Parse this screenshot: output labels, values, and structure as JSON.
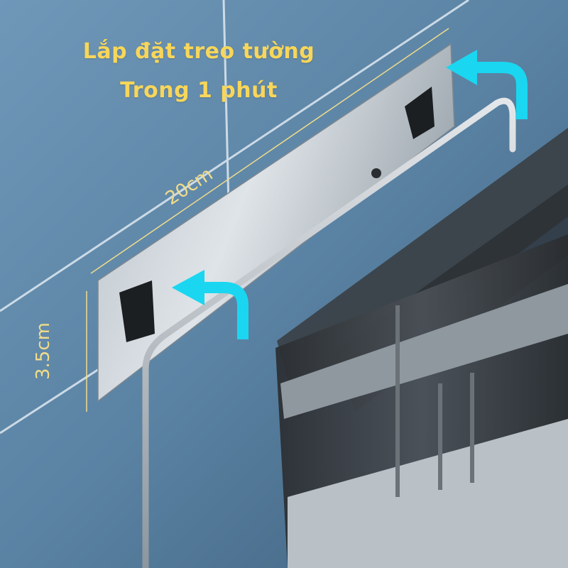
{
  "caption": {
    "line1": "Lắp đặt treo tường",
    "line2": "Trong 1 phút"
  },
  "dimensions": {
    "width_label": "20cm",
    "height_label": "3.5cm"
  },
  "colors": {
    "caption": "#f7d65a",
    "dimension": "#f1dc8a",
    "arrow": "#1ad6f0",
    "wall": "#5b84a6"
  },
  "icons": [
    "curved-arrow-icon",
    "curved-arrow-icon"
  ]
}
